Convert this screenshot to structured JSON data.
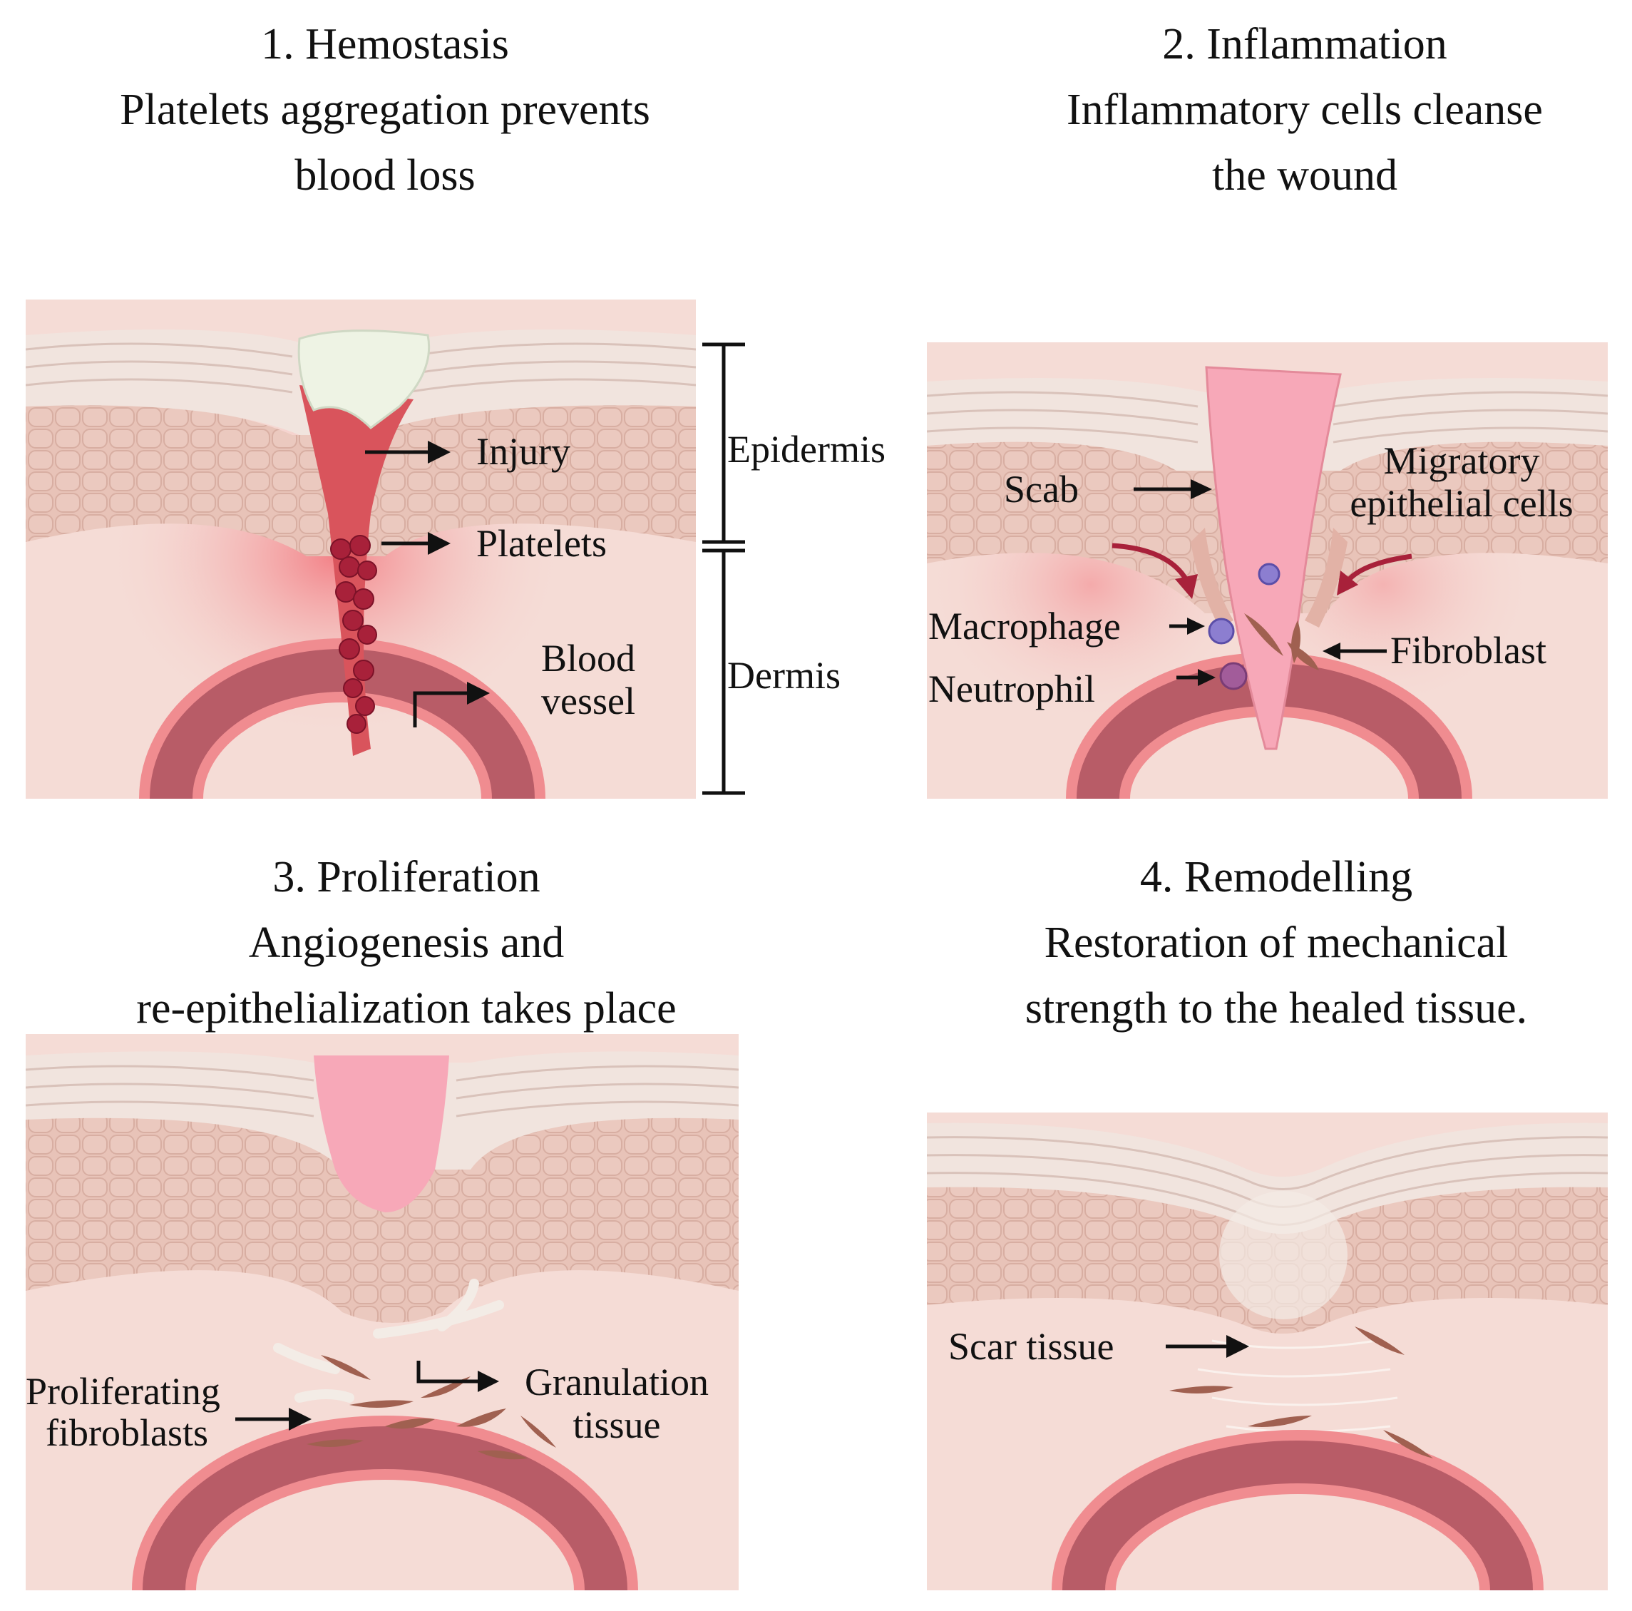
{
  "panels": [
    {
      "title": "1. Hemostasis",
      "subtitle_line1": "Platelets aggregation prevents",
      "subtitle_line2": "blood loss",
      "labels": {
        "injury": "Injury",
        "platelets": "Platelets",
        "blood": "Blood",
        "vessel": "vessel",
        "epidermis": "Epidermis",
        "dermis": "Dermis"
      }
    },
    {
      "title": "2. Inflammation",
      "subtitle_line1": "Inflammatory cells cleanse",
      "subtitle_line2": "the wound",
      "labels": {
        "scab": "Scab",
        "migratory_line1": "Migratory",
        "migratory_line2": "epithelial cells",
        "macrophage": "Macrophage",
        "neutrophil": "Neutrophil",
        "fibroblast": "Fibroblast"
      }
    },
    {
      "title": "3. Proliferation",
      "subtitle_line1": "Angiogenesis and",
      "subtitle_line2": "re-epithelialization takes place",
      "labels": {
        "proliferating_line1": "Proliferating",
        "proliferating_line2": "fibroblasts",
        "granulation_line1": "Granulation",
        "granulation_line2": "tissue"
      }
    },
    {
      "title": "4. Remodelling",
      "subtitle_line1": "Restoration of mechanical",
      "subtitle_line2": "strength to the healed tissue.",
      "labels": {
        "scar_tissue": "Scar tissue"
      }
    }
  ],
  "colors": {
    "dermis": "#f5dcd6",
    "epidermis": "#e8c3b8",
    "stratum": "#f1e4de",
    "vessel_outer": "#f08c90",
    "vessel_wall": "#b85c67",
    "wound_red": "#d9545c",
    "wound_pink": "#f7a8b8",
    "scab_cream": "#eef3e4",
    "fibroblast": "#a06050",
    "platelet": "#a8213a"
  }
}
